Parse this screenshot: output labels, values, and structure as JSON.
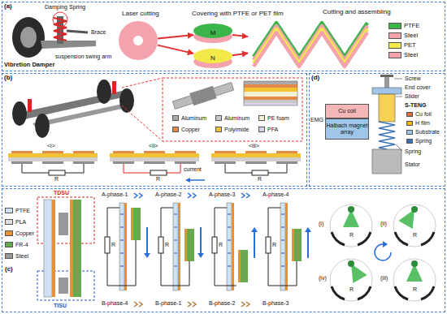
{
  "diagram": {
    "nodes": [
      {
        "text": [
          "(a)"
        ]
      },
      {
        "text": [
          "Laser cutting"
        ],
        "in": 0
      },
      {
        "text": [
          "Covering with PTFE or PET film",
          "M"
        ],
        "in": 0
      },
      {
        "text": [
          "N"
        ],
        "in": 0
      },
      {
        "text": [
          "Cutting and assembling"
        ],
        "in": 0
      },
      {
        "text": [
          "(b)"
        ]
      },
      {
        "text": [
          "(d)"
        ]
      },
      {
        "text": [
          "Cu coil"
        ],
        "in": 6
      },
      {
        "text": [
          "Halbach magnet array"
        ],
        "in": 6
      },
      {
        "text": [
          "(c)"
        ]
      }
    ],
    "edges": [
      {
        "from": 1,
        "to": 2,
        "arrow": "to"
      },
      {
        "from": 1,
        "to": 3,
        "arrow": "to"
      },
      {
        "from": 2,
        "to": 4,
        "arrow": "to"
      },
      {
        "from": 3,
        "to": 4,
        "arrow": "to"
      }
    ],
    "labels": [
      "Damping Spring",
      "Brace",
      "suspension swing arm",
      "Vibretion Damper",
      "<i>",
      "<ii>",
      "<iii>",
      "R",
      "R",
      "R",
      "current",
      "Screw",
      "End cover",
      "Slider",
      "S-TENG",
      "Spring",
      "Stator",
      "EMG",
      "TDSU",
      "TISU",
      "A-phase-1",
      "A-phase-2",
      "A-phase-3",
      "A-phase-4",
      "B-phase-4",
      "B-phase-1",
      "B-phase-2",
      "B-phase-3",
      "R",
      "R",
      "R",
      "R",
      "(i)",
      "(ii)",
      "(iii)",
      "(iv)",
      "R",
      "R",
      "R",
      "R"
    ],
    "legend": [
      {
        "text": "PTFE",
        "color": "#3cb54a"
      },
      {
        "text": "Steel",
        "color": "#f4a3ad"
      },
      {
        "text": "PET",
        "color": "#f3e84a"
      },
      {
        "text": "Steel",
        "color": "#f4a3ad"
      },
      {
        "text": "Aluminum",
        "color": "#a9a9a9"
      },
      {
        "text": "Copper",
        "color": "#e3894a"
      },
      {
        "text": "Aluminum",
        "color": "#c8c8c8"
      },
      {
        "text": "Polyimide",
        "color": "#f1c232"
      },
      {
        "text": "PE foam",
        "color": "#f3efd0"
      },
      {
        "text": "PFA",
        "color": "#d9d2e9"
      },
      {
        "text": "PTFE",
        "color": "#cfe2f3"
      },
      {
        "text": "PLA",
        "color": "#e0e0e0"
      },
      {
        "text": "Copper",
        "color": "#e69138"
      },
      {
        "text": "FR-4",
        "color": "#6aa84f"
      },
      {
        "text": "Steel",
        "color": "#999999"
      },
      {
        "text": "Cu foil",
        "color": "#e06c3c"
      },
      {
        "text": "H film",
        "color": "#f4b400"
      },
      {
        "text": "Substrate",
        "color": "#9fc5e8"
      },
      {
        "text": "Spring",
        "color": "#3d6fb6"
      }
    ]
  }
}
